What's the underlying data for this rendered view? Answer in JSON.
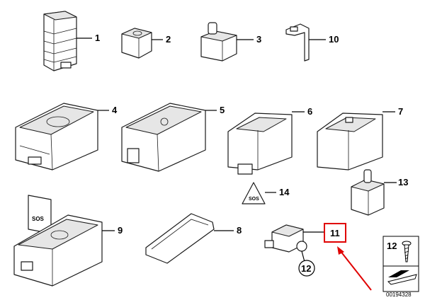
{
  "callouts": [
    {
      "id": "p1",
      "label": "1"
    },
    {
      "id": "p2",
      "label": "2"
    },
    {
      "id": "p3",
      "label": "3"
    },
    {
      "id": "p10",
      "label": "10"
    },
    {
      "id": "p4",
      "label": "4"
    },
    {
      "id": "p5",
      "label": "5"
    },
    {
      "id": "p6",
      "label": "6"
    },
    {
      "id": "p7",
      "label": "7"
    },
    {
      "id": "p13",
      "label": "13"
    },
    {
      "id": "p14",
      "label": "14"
    },
    {
      "id": "p9",
      "label": "9"
    },
    {
      "id": "p8",
      "label": "8"
    },
    {
      "id": "p11",
      "label": "11"
    },
    {
      "id": "p12",
      "label": "12"
    }
  ],
  "highlight": {
    "label": "11",
    "color": "#e00000"
  },
  "legend_box": {
    "screw_label": "12",
    "code": "00194328"
  },
  "icons": {
    "switch_symbol_left": "SOS",
    "switch_symbol_small": "SOS"
  }
}
